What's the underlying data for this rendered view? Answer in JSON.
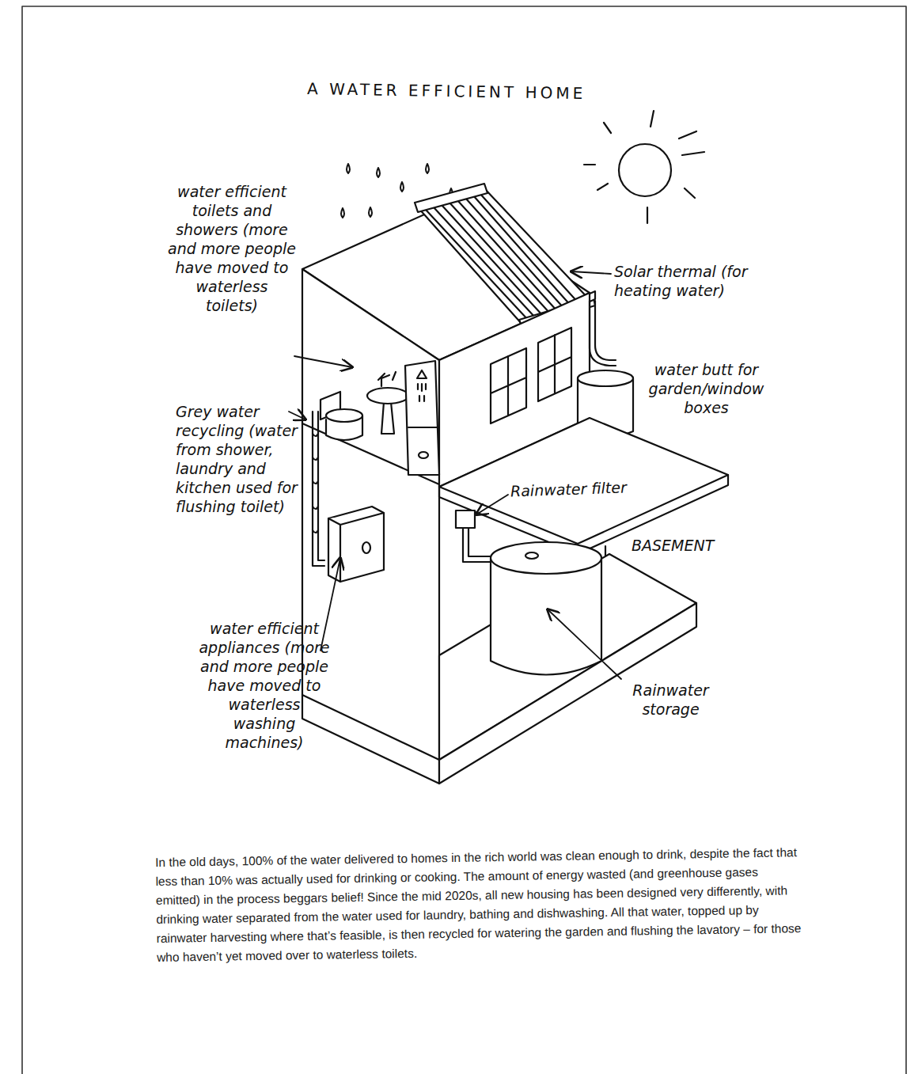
{
  "diagram": {
    "title": "A WATER EFFICIENT HOME",
    "caption": "In the old days, 100% of the water delivered to homes in the rich world was clean enough to drink, despite the fact that less than 10% was actually used for drinking or cooking. The amount of energy wasted (and greenhouse gases emitted) in the process beggars belief! Since the mid 2020s, all new housing has been designed very differently, with drinking water separated from the water used for laundry, bathing and dishwashing. All that water, topped up by rainwater harvesting where that’s feasible, is then recycled for watering the garden and flushing the lavatory – for those who haven’t yet moved over to waterless toilets.",
    "labels": [
      "water efficient toilets and showers (more and more people have moved to waterless toilets)",
      "Grey water recycling (water from shower, laundry and kitchen used for flushing toilet)",
      "water efficient appliances (more and more people have moved to waterless washing machines)",
      "Solar thermal (for heating water)",
      "water butt for garden/window boxes",
      "Rainwater filter",
      "BASEMENT",
      "Rainwater storage"
    ]
  }
}
